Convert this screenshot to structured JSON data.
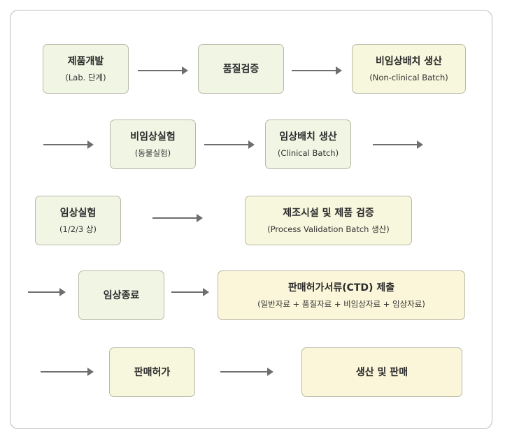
{
  "steps": {
    "product_dev": {
      "title": "제품개발",
      "sub": "(Lab. 단계)"
    },
    "quality_verify": {
      "title": "품질검증"
    },
    "nonclinical_batch": {
      "title": "비임상배치 생산",
      "sub": "(Non-clinical Batch)"
    },
    "nonclinical_test": {
      "title": "비임상실험",
      "sub": "(동물실험)"
    },
    "clinical_batch": {
      "title": "임상배치 생산",
      "sub": "(Clinical Batch)"
    },
    "clinical_trial": {
      "title": "임상실험",
      "sub": "(1/2/3 상)"
    },
    "process_validation": {
      "title": "제조시설 및 제품 검증",
      "sub": "(Process Validation Batch 생산)"
    },
    "clinical_end": {
      "title": "임상종료"
    },
    "ctd_submit": {
      "title": "판매허가서류(CTD) 제출",
      "sub": "(일반자료 + 품질자료 + 비임상자료 + 임상자료)"
    },
    "sales_approval": {
      "title": "판매허가"
    },
    "production_sales": {
      "title": "생산 및 판매"
    }
  },
  "colors": {
    "box_light": "#f0f5e4",
    "box_mid": "#f7f7de",
    "box_warm": "#fbf6d9",
    "border": "#b9b9a8",
    "arrow": "#6e6e6e"
  }
}
